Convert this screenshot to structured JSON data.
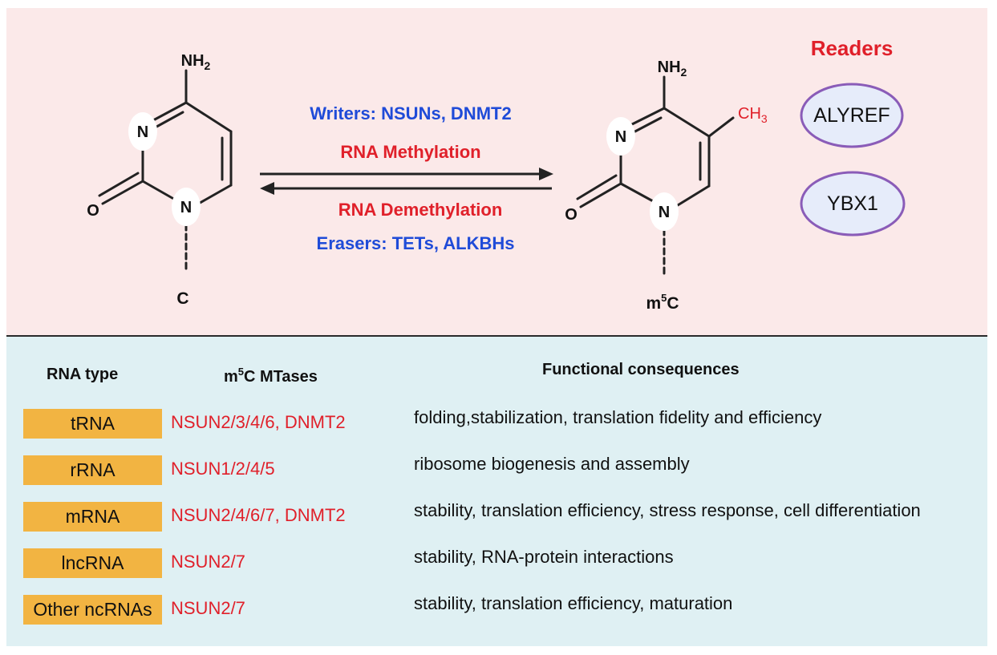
{
  "colors": {
    "top_bg": "#fbe9e9",
    "bottom_bg": "#dff0f3",
    "blue_text": "#1f4bd8",
    "red_text": "#e0202a",
    "badge_bg": "#f2b442",
    "reader_fill": "#e6ecfa",
    "reader_stroke": "#8a5cb8",
    "line": "#222222"
  },
  "reaction": {
    "writers_label": "Writers: NSUNs, DNMT2",
    "methylation_label": "RNA Methylation",
    "demethylation_label": "RNA Demethylation",
    "erasers_label": "Erasers: TETs, ALKBHs"
  },
  "left_molecule": {
    "amine_main": "NH",
    "amine_sub": "2",
    "ring_n_top": "N",
    "ring_n_bottom": "N",
    "oxygen": "O",
    "name": "C"
  },
  "right_molecule": {
    "amine_main": "NH",
    "amine_sub": "2",
    "methyl_main": "CH",
    "methyl_sub": "3",
    "ring_n_top": "N",
    "ring_n_bottom": "N",
    "oxygen": "O",
    "name_prefix": "m",
    "name_sup": "5",
    "name_suffix": "C"
  },
  "readers": {
    "title": "Readers",
    "items": [
      "ALYREF",
      "YBX1"
    ]
  },
  "table": {
    "header_rna_type": "RNA type",
    "header_mtases_prefix": "m",
    "header_mtases_sup": "5",
    "header_mtases_suffix": "C MTases",
    "header_functional": "Functional consequences",
    "rows": [
      {
        "rna": "tRNA",
        "mtases": "NSUN2/3/4/6, DNMT2",
        "function": "folding,stabilization, translation fidelity and efficiency"
      },
      {
        "rna": "rRNA",
        "mtases": "NSUN1/2/4/5",
        "function": "ribosome biogenesis and assembly"
      },
      {
        "rna": "mRNA",
        "mtases": "NSUN2/4/6/7, DNMT2",
        "function": "stability, translation efficiency, stress response, cell differentiation"
      },
      {
        "rna": "lncRNA",
        "mtases": "NSUN2/7",
        "function": "stability, RNA-protein interactions"
      },
      {
        "rna": "Other ncRNAs",
        "mtases": "NSUN2/7",
        "function": "stability, translation efficiency, maturation"
      }
    ]
  }
}
